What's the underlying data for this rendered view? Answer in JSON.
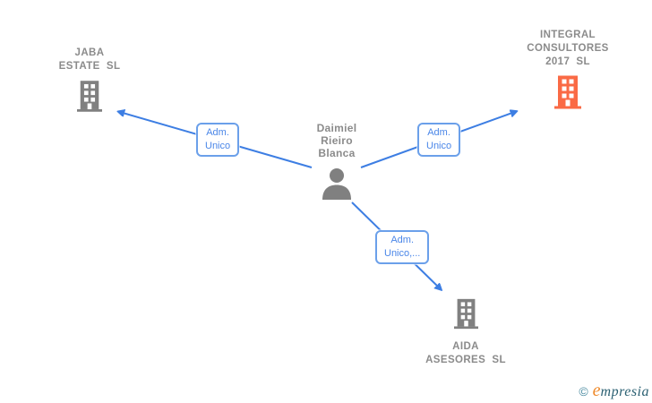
{
  "diagram": {
    "person": {
      "name": "Daimiel\nRieiro\nBlanca"
    },
    "companies": [
      {
        "id": "jaba",
        "name": "JABA\nESTATE  SL"
      },
      {
        "id": "integral",
        "name": "INTEGRAL\nCONSULTORES\n2017  SL"
      },
      {
        "id": "aida",
        "name": "AIDA\nASESORES  SL"
      }
    ],
    "edges": [
      {
        "from": "person",
        "to": "jaba",
        "label": "Adm.\nUnico"
      },
      {
        "from": "person",
        "to": "integral",
        "label": "Adm.\nUnico"
      },
      {
        "from": "person",
        "to": "aida",
        "label": "Adm.\nUnico,..."
      }
    ]
  },
  "footer": {
    "copyright": "©",
    "brand_initial": "e",
    "brand_rest": "mpresia"
  },
  "colors": {
    "edge_blue": "#3d7ee3",
    "edge_label_blue": "#4a86e8",
    "node_text_gray": "#8b8b8b",
    "icon_gray": "#808080",
    "icon_orange": "#fa6a45",
    "logo_orange": "#ef8b2d",
    "logo_teal": "#2c6173"
  }
}
